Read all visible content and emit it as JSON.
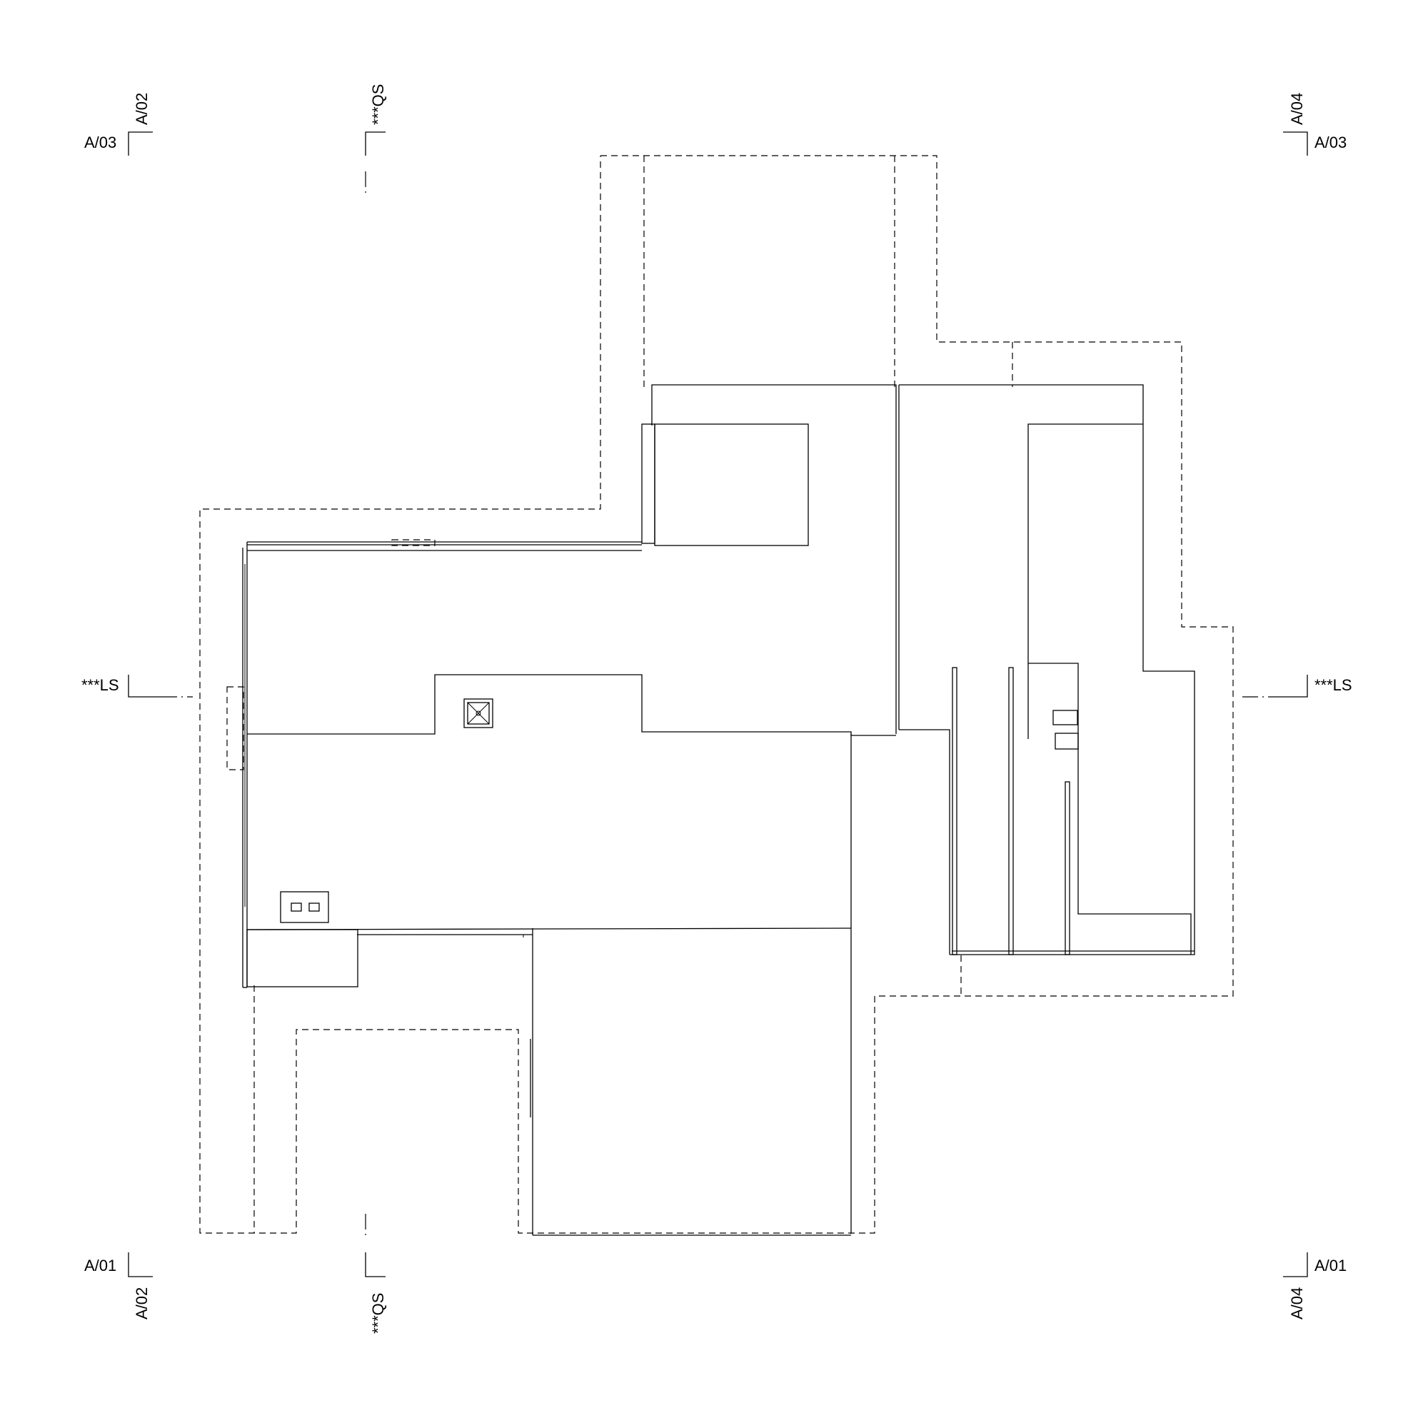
{
  "section_marks": {
    "top_left_vertical": "A/02",
    "top_left_horizontal": "A/03",
    "top_center_vertical": "***QS",
    "top_right_vertical": "A/04",
    "top_right_horizontal": "A/03",
    "mid_left_horizontal": "***LS",
    "mid_right_horizontal": "***LS",
    "bottom_left_horizontal": "A/01",
    "bottom_left_vertical": "A/02",
    "bottom_center_vertical": "***QS",
    "bottom_right_horizontal": "A/01",
    "bottom_right_vertical": "A/04"
  },
  "colors": {
    "line": "#000000",
    "background": "#ffffff"
  }
}
